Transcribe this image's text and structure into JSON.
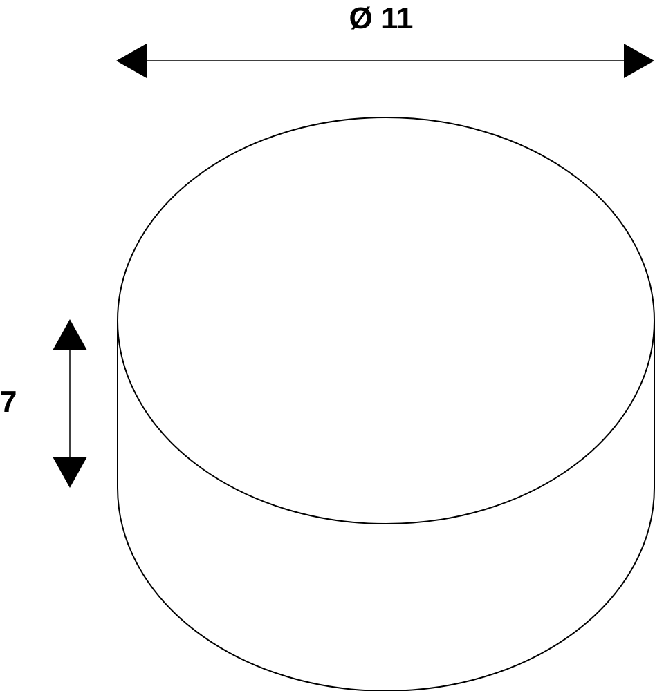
{
  "drawing": {
    "diameter_label": "Ø 11",
    "height_label": "7",
    "shape": "cylinder",
    "line_color": "#000000",
    "background_color": "#ffffff"
  }
}
